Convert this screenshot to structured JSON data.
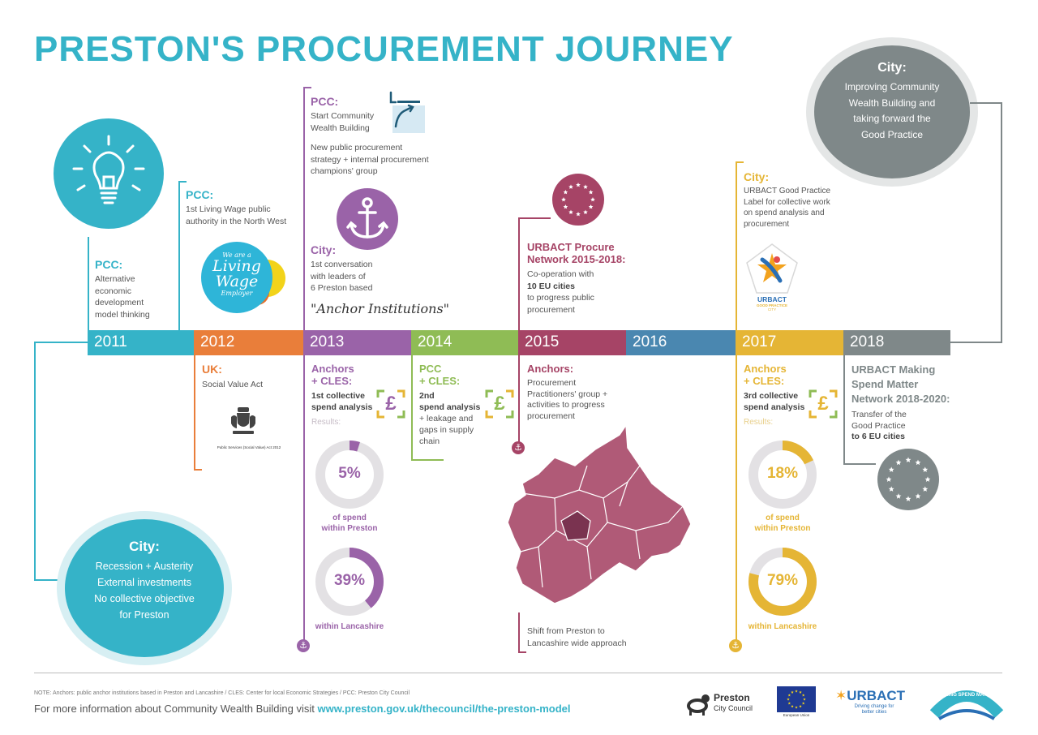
{
  "title": "PRESTON'S PROCUREMENT JOURNEY",
  "timeline": [
    {
      "year": "2011",
      "color": "#35b3c8"
    },
    {
      "year": "2012",
      "color": "#e97e3a"
    },
    {
      "year": "2013",
      "color": "#9a63a8"
    },
    {
      "year": "2014",
      "color": "#8fbc55"
    },
    {
      "year": "2015",
      "color": "#a64466"
    },
    {
      "year": "2016",
      "color": "#4a87b0"
    },
    {
      "year": "2017",
      "color": "#e5b535"
    },
    {
      "year": "2018",
      "color": "#7f8889"
    }
  ],
  "y2011": {
    "heading": "PCC:",
    "text": [
      "Alternative",
      "economic",
      "development",
      "model thinking"
    ]
  },
  "city_bottom": {
    "heading": "City:",
    "lines": [
      "Recession + Austerity",
      "External investments",
      "No collective objective",
      "for Preston"
    ]
  },
  "y2012_top": {
    "heading": "PCC:",
    "text": [
      "1st Living Wage public",
      "authority in the North West"
    ],
    "logo_lines": [
      "We are a",
      "Living",
      "Wage",
      "Employer"
    ]
  },
  "y2012_bottom": {
    "heading": "UK:",
    "text": "Social Value Act",
    "caption": "Public Services (Social Value) Act 2012"
  },
  "y2013_top": {
    "heading1": "PCC:",
    "text1": [
      "Start Community",
      "Wealth Building"
    ],
    "text2": [
      "New public procurement",
      "strategy + internal procurement",
      "champions' group"
    ],
    "heading2": "City:",
    "text3": [
      "1st conversation",
      "with leaders of",
      "6 Preston based"
    ],
    "quote": "\"Anchor Institutions\""
  },
  "y2013_bottom": {
    "heading": [
      "Anchors",
      "+ CLES:"
    ],
    "text": [
      "1st collective",
      "spend analysis"
    ],
    "results": "Results:",
    "donut1": {
      "value": "5%",
      "caption": [
        "of spend",
        "within Preston"
      ]
    },
    "donut2": {
      "value": "39%",
      "caption": [
        "within Lancashire"
      ]
    }
  },
  "y2014_bottom": {
    "heading": [
      "PCC",
      "+ CLES:"
    ],
    "text": [
      "2nd",
      "spend analysis",
      "+ leakage and",
      "gaps in supply",
      "chain"
    ]
  },
  "y2015_top": {
    "heading": [
      "URBACT Procure",
      "Network 2015-2018:"
    ],
    "text": [
      "Co-operation with",
      "10 EU cities",
      "to progress public",
      "procurement"
    ]
  },
  "y2015_bottom": {
    "heading": "Anchors:",
    "text": [
      "Procurement",
      "Practitioners' group +",
      "activities to progress",
      "procurement"
    ],
    "map_caption": [
      "Shift from Preston to",
      "Lancashire wide approach"
    ]
  },
  "y2017_top": {
    "heading": "City:",
    "text": [
      "URBACT Good Practice",
      "Label for collective work",
      "on spend analysis and",
      "procurement"
    ],
    "logo_lines": [
      "URBACT",
      "GOOD PRACTICE",
      "CITY"
    ]
  },
  "y2017_bottom": {
    "heading": [
      "Anchors",
      "+ CLES:"
    ],
    "text": [
      "3rd collective",
      "spend analysis"
    ],
    "results": "Results:",
    "donut1": {
      "value": "18%",
      "caption": [
        "of spend",
        "within Preston"
      ]
    },
    "donut2": {
      "value": "79%",
      "caption": [
        "within Lancashire"
      ]
    }
  },
  "city_top": {
    "heading": "City:",
    "lines": [
      "Improving Community",
      "Wealth Building and",
      "taking forward the",
      "Good Practice"
    ]
  },
  "y2018_bottom": {
    "heading": [
      "URBACT Making",
      "Spend Matter",
      "Network 2018-2020:"
    ],
    "text": [
      "Transfer of the",
      "Good Practice",
      "to 6 EU cities"
    ]
  },
  "footer": {
    "note": "NOTE: Anchors: public anchor institutions based in Preston and Lancashire / CLES: Center for local Economic Strategies / PCC: Preston City Council",
    "info": "For more information about Community Wealth Building visit",
    "link": "www.preston.gov.uk/thecouncil/the-preston-model",
    "logos": {
      "preston": [
        "Preston",
        "City Council"
      ],
      "eu": "European Union",
      "urbact": "URBACT",
      "urbact_tag": [
        "Driving change for",
        "better cities"
      ],
      "msm": "MAKING SPEND MATTER"
    }
  },
  "icons": {
    "bulb": "lightbulb-icon",
    "anchor": "anchor-icon",
    "pound": "pound-exchange-icon",
    "eu_stars": "eu-stars-icon",
    "map": "lancashire-map-icon"
  },
  "donut_fills": {
    "d2013a": 0.05,
    "d2013b": 0.39,
    "d2017a": 0.18,
    "d2017b": 0.79
  }
}
